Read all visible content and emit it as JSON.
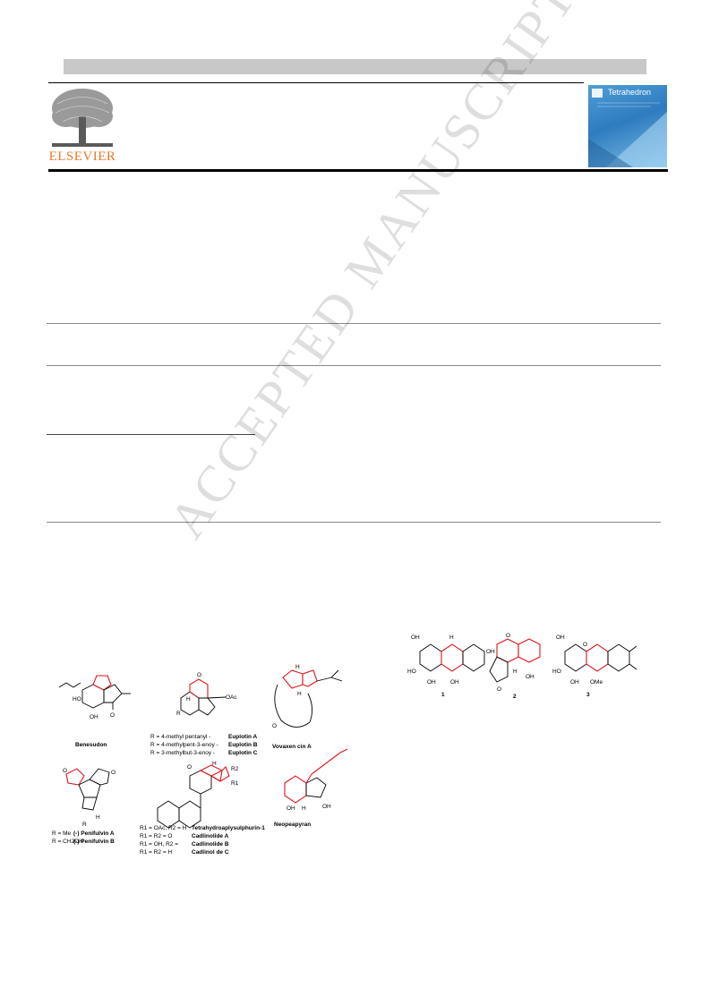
{
  "header": {
    "publisher": "ELSEVIER",
    "journal_cover_title": "Tetrahedron"
  },
  "watermark": "ACCEPTED MANUSCRIPT",
  "figure_left": {
    "compounds": [
      {
        "name": "Benesudon"
      },
      {
        "name": "Euplotin A"
      },
      {
        "name": "Euplotin B"
      },
      {
        "name": "Euplotin C"
      },
      {
        "name": "Vovaxen cin A"
      },
      {
        "name": "(-) Penifulvin A"
      },
      {
        "name": "(-) Penifulvin B"
      },
      {
        "name": "Tetrahydroaplysulphurin-1"
      },
      {
        "name": "Cadlinolide A"
      },
      {
        "name": "Cadlinolide B"
      },
      {
        "name": "Cadlinol de C"
      },
      {
        "name": "Neopeapyran"
      }
    ],
    "r_groups": {
      "euplotin": [
        "R = 4-methyl pentanyl -",
        "R = 4-methylpent-3-enoy -",
        "R = 3-methylbut-3-enoy -"
      ],
      "penifulvin": [
        "R = Me",
        "R = CH2OH"
      ],
      "cadlinolide": [
        "R1 = OAc, R2 = H",
        "R1 = R2 = O",
        "R1 = OH, R2 =",
        "R1 = R2 = H"
      ]
    },
    "atom_labels": {
      "ho": "HO",
      "oh": "OH",
      "o": "O",
      "h": "H",
      "r": "R",
      "oac": "OAc",
      "r2": "R2",
      "r1": "R1"
    }
  },
  "figure_right": {
    "compounds": [
      {
        "number": "1"
      },
      {
        "number": "2"
      },
      {
        "number": "3"
      }
    ],
    "atom_labels": {
      "oh": "OH",
      "ho": "HO",
      "o": "O",
      "h": "H",
      "ome": "OMe"
    }
  },
  "colors": {
    "accent_red": "#e0161b",
    "elsevier_orange": "#e8792a",
    "cover_blue": "#2e7bbf"
  }
}
